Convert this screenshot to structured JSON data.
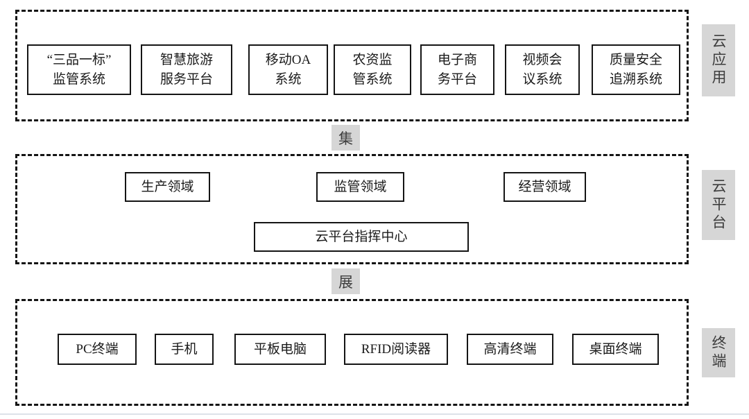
{
  "layers": {
    "cloud_app": {
      "side_label": "云应用",
      "boxes": [
        "“三品一标”\n监管系统",
        "智慧旅游\n服务平台",
        "移动OA\n系统",
        "农资监\n管系统",
        "电子商\n务平台",
        "视频会\n议系统",
        "质量安全\n追溯系统"
      ]
    },
    "cloud_platform": {
      "side_label": "云平台",
      "domain_boxes": [
        "生产领域",
        "监管领域",
        "经营领域"
      ],
      "center_box": "云平台指挥中心"
    },
    "terminal": {
      "side_label": "终端",
      "boxes": [
        "PC终端",
        "手机",
        "平板电脑",
        "RFID阅读器",
        "高清终端",
        "桌面终端"
      ]
    }
  },
  "connectors": {
    "top": "集",
    "bottom": "展"
  },
  "colors": {
    "border": "#141414",
    "label_bg": "#d6d6d6",
    "label_text": "#3d3d3d"
  }
}
